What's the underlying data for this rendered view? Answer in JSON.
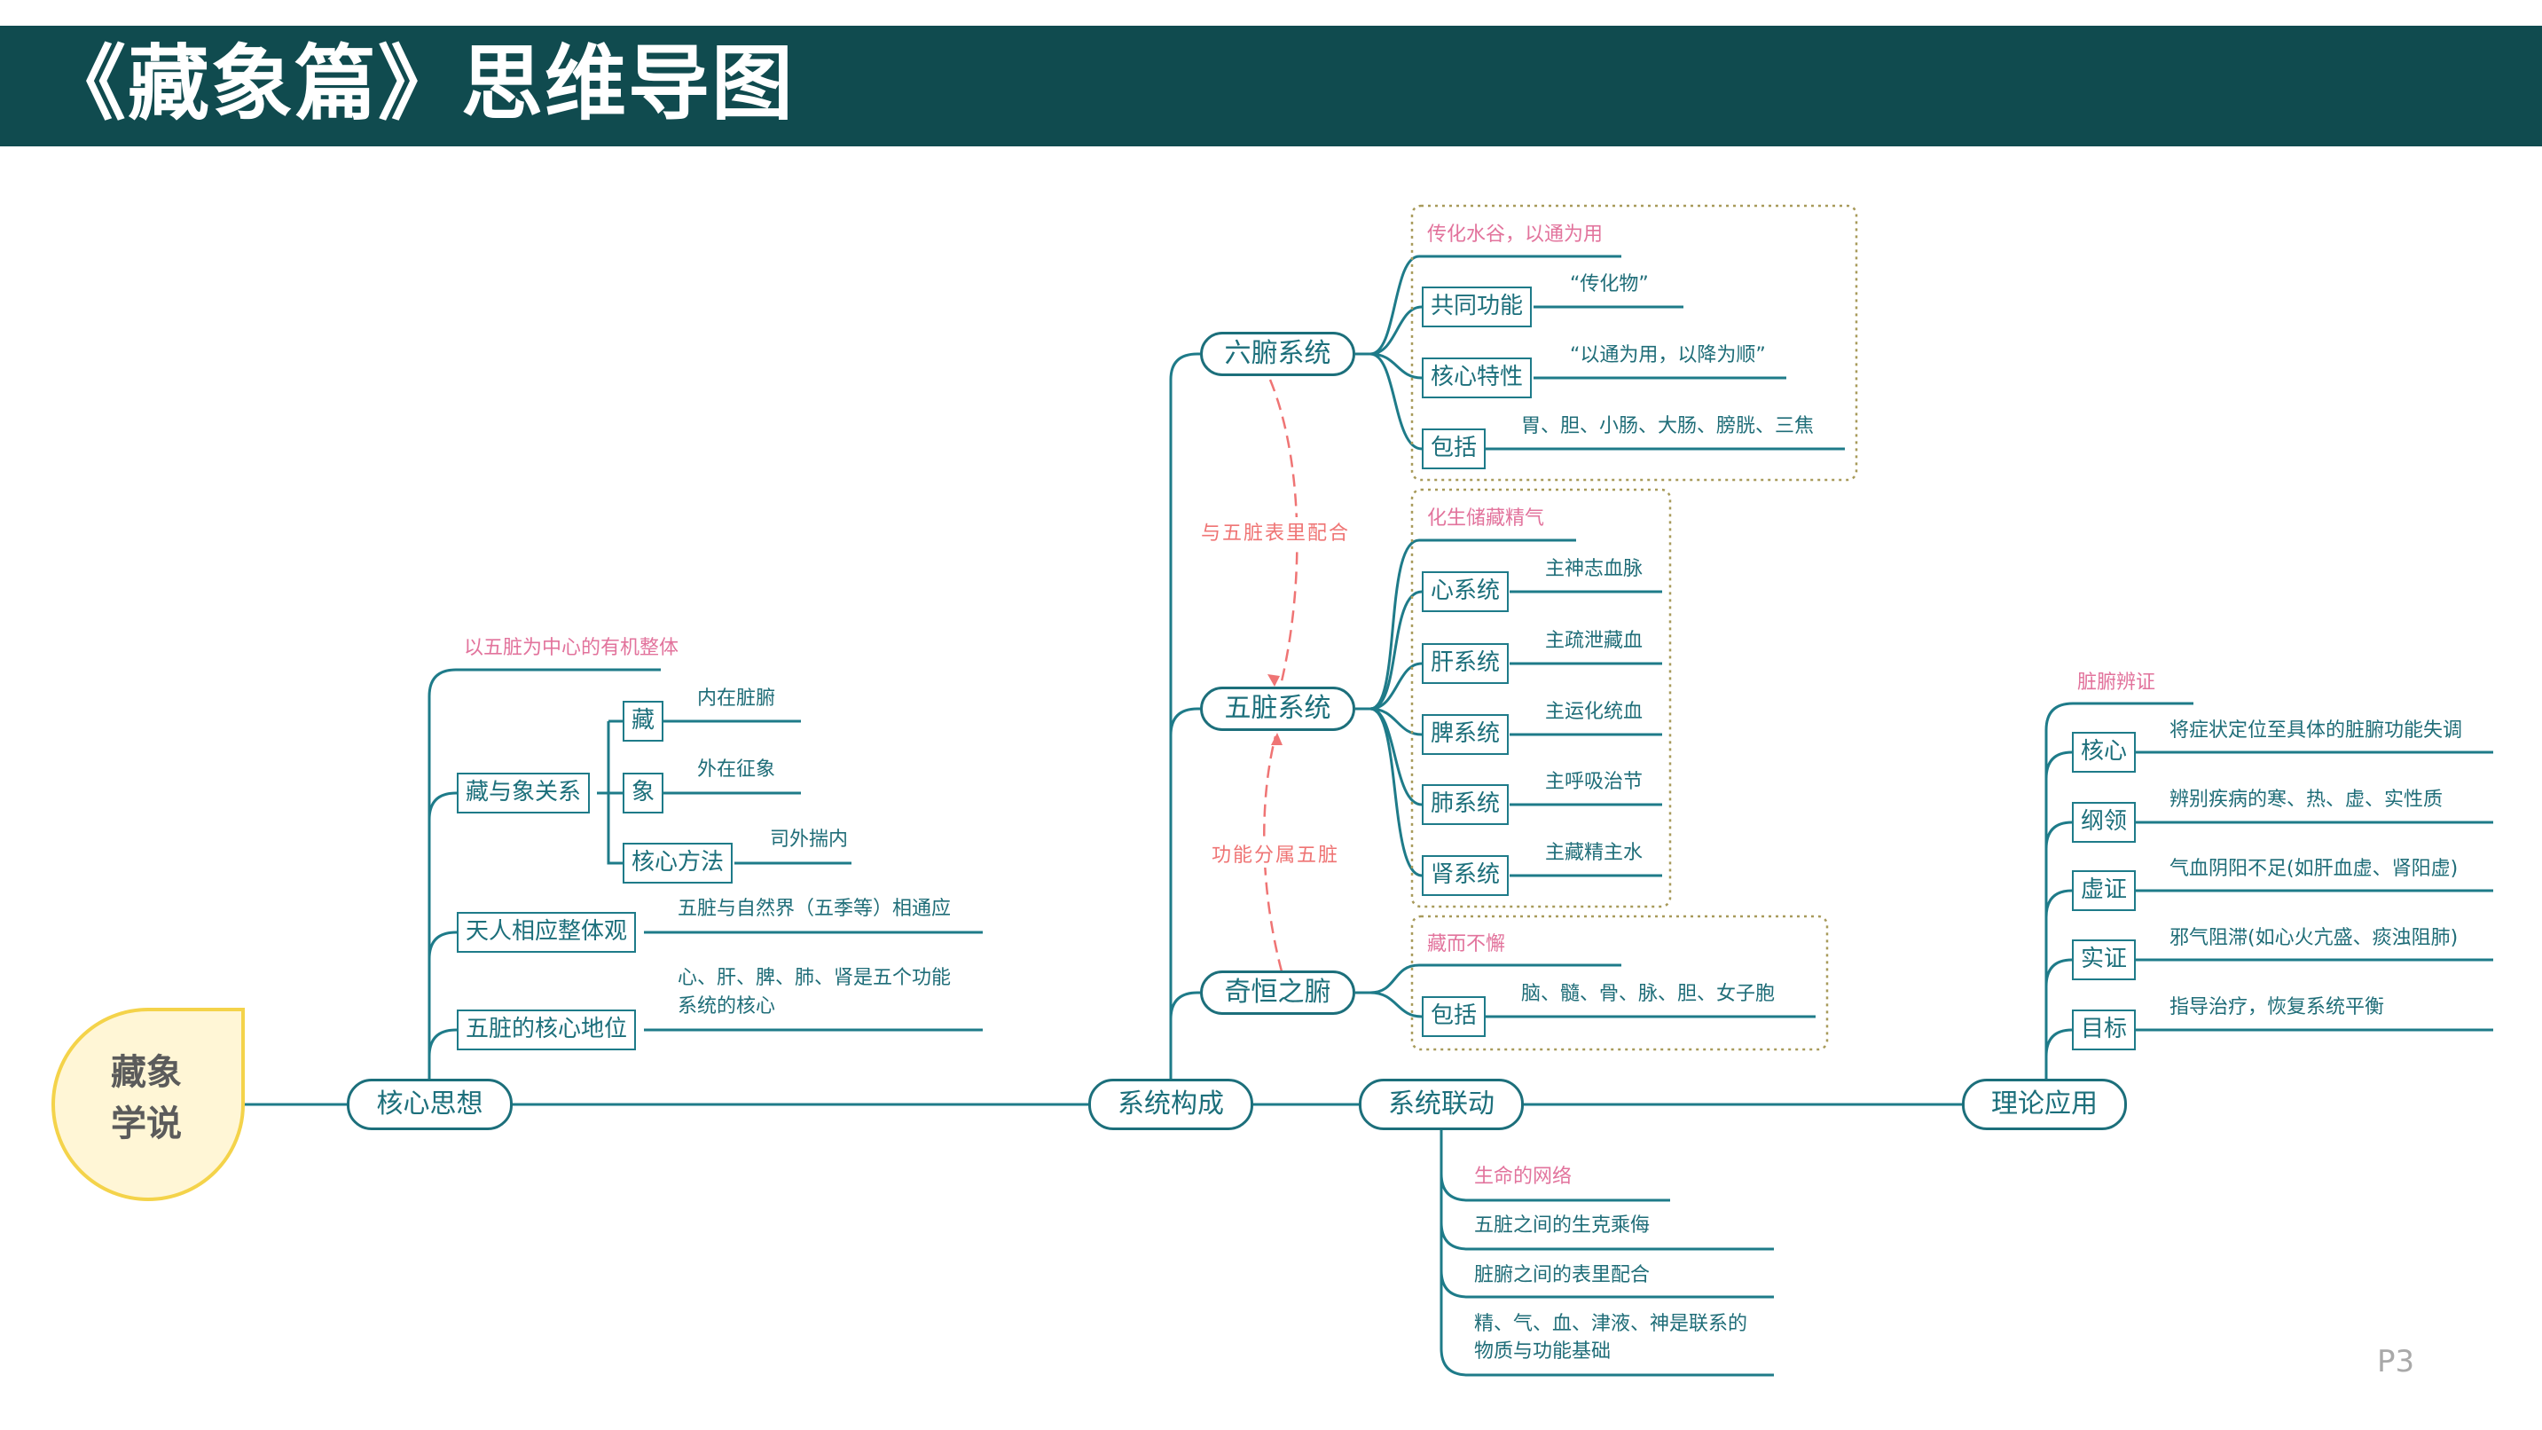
{
  "title": "《藏象篇》思维导图",
  "root": {
    "line1": "藏象",
    "line2": "学说"
  },
  "colors": {
    "header": "#104b4f",
    "line": "#1e7b89",
    "pink": "#e2739c",
    "root_fill": "#fff6d6",
    "root_border": "#f4d34a",
    "note": "#ef7474"
  },
  "core": {
    "label": "核心思想",
    "summary": "以五脏为中心的有机整体",
    "relation": {
      "label": "藏与象关系",
      "items": [
        {
          "label": "藏",
          "text": "内在脏腑"
        },
        {
          "label": "象",
          "text": "外在征象"
        },
        {
          "label": "核心方法",
          "text": "司外揣内"
        }
      ]
    },
    "holism": {
      "label": "天人相应整体观",
      "text": "五脏与自然界（五季等）相通应"
    },
    "status": {
      "label": "五脏的核心地位",
      "text1": "心、肝、脾、肺、肾是五个功能",
      "text2": "系统的核心"
    }
  },
  "structure": {
    "label": "系统构成",
    "fu": {
      "label": "六腑系统",
      "summary": "传化水谷，以通为用",
      "items": [
        {
          "label": "共同功能",
          "text": "“传化物”"
        },
        {
          "label": "核心特性",
          "text": "“以通为用，以降为顺”"
        },
        {
          "label": "包括",
          "text": "胃、胆、小肠、大肠、膀胱、三焦"
        }
      ]
    },
    "zang": {
      "label": "五脏系统",
      "summary": "化生储藏精气",
      "items": [
        {
          "label": "心系统",
          "text": "主神志血脉"
        },
        {
          "label": "肝系统",
          "text": "主疏泄藏血"
        },
        {
          "label": "脾系统",
          "text": "主运化统血"
        },
        {
          "label": "肺系统",
          "text": "主呼吸治节"
        },
        {
          "label": "肾系统",
          "text": "主藏精主水"
        }
      ]
    },
    "extra": {
      "label": "奇恒之腑",
      "summary": "藏而不懈",
      "items": [
        {
          "label": "包括",
          "text": "脑、髓、骨、脉、胆、女子胞"
        }
      ]
    },
    "note_fu_zang": "与五脏表里配合",
    "note_zang": "功能分属五脏"
  },
  "linkage": {
    "label": "系统联动",
    "summary": "生命的网络",
    "items": [
      "五脏之间的生克乘侮",
      "脏腑之间的表里配合"
    ],
    "basis1": "精、气、血、津液、神是联系的",
    "basis2": "物质与功能基础"
  },
  "application": {
    "label": "理论应用",
    "summary": "脏腑辨证",
    "items": [
      {
        "label": "核心",
        "text": "将症状定位至具体的脏腑功能失调"
      },
      {
        "label": "纲领",
        "text": "辨别疾病的寒、热、虚、实性质"
      },
      {
        "label": "虚证",
        "text": "气血阴阳不足(如肝血虚、肾阳虚)"
      },
      {
        "label": "实证",
        "text": "邪气阻滞(如心火亢盛、痰浊阻肺)"
      },
      {
        "label": "目标",
        "text": "指导治疗，恢复系统平衡"
      }
    ]
  },
  "page_number": "P3"
}
